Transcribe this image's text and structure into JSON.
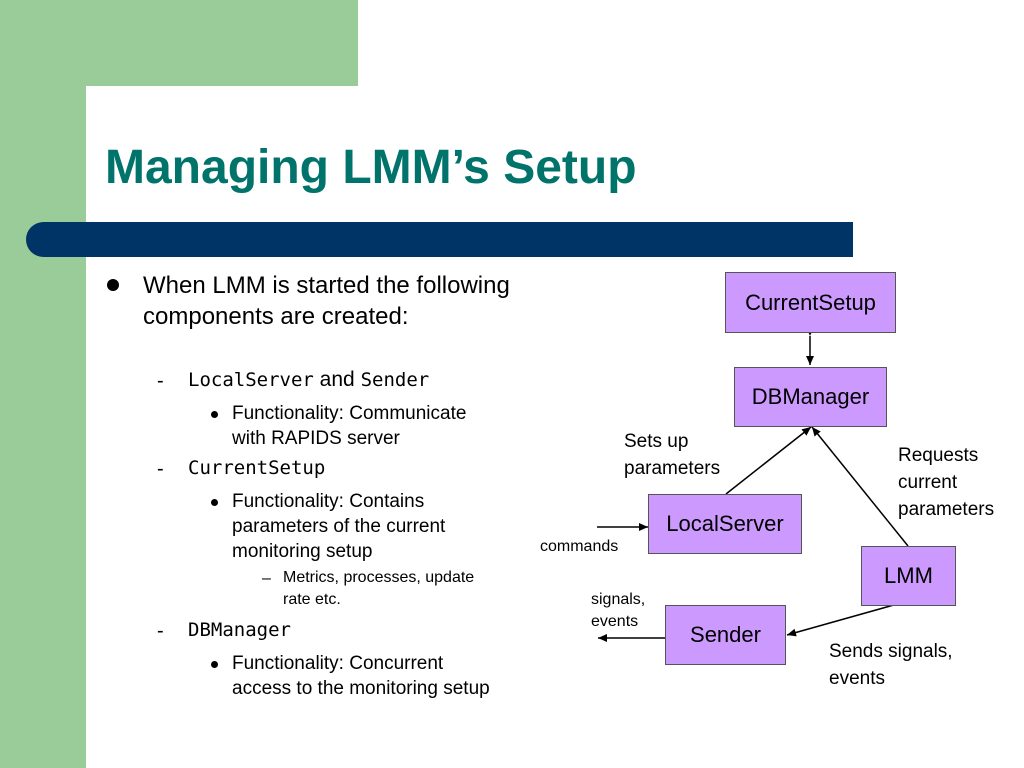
{
  "title": "Managing LMM’s Setup",
  "bullets": {
    "intro": "When LMM is started the following components are created:",
    "local_server": {
      "name": "LocalServer",
      "and": " and ",
      "sender": "Sender",
      "detail_1": "Functionality: Communicate",
      "detail_2": "with RAPIDS server"
    },
    "current_setup": {
      "name": "CurrentSetup",
      "detail_1": "Functionality: Contains",
      "detail_2": "parameters of the current",
      "detail_3": "monitoring setup",
      "sub_1": "Metrics, processes, update",
      "sub_2": "rate etc."
    },
    "db_manager": {
      "name": "DBManager",
      "detail_1": "Functionality: Concurrent",
      "detail_2": "access to the monitoring setup"
    }
  },
  "diagram": {
    "nodes": {
      "current_setup": "CurrentSetup",
      "db_manager": "DBManager",
      "local_server": "LocalServer",
      "lmm": "LMM",
      "sender": "Sender"
    },
    "labels": {
      "sets_up_1": "Sets up",
      "sets_up_2": "parameters",
      "requests_1": "Requests",
      "requests_2": "current",
      "requests_3": "parameters",
      "commands": "commands",
      "signals_1": "signals,",
      "signals_2": "events",
      "sends_1": "Sends signals,",
      "sends_2": "events"
    }
  }
}
